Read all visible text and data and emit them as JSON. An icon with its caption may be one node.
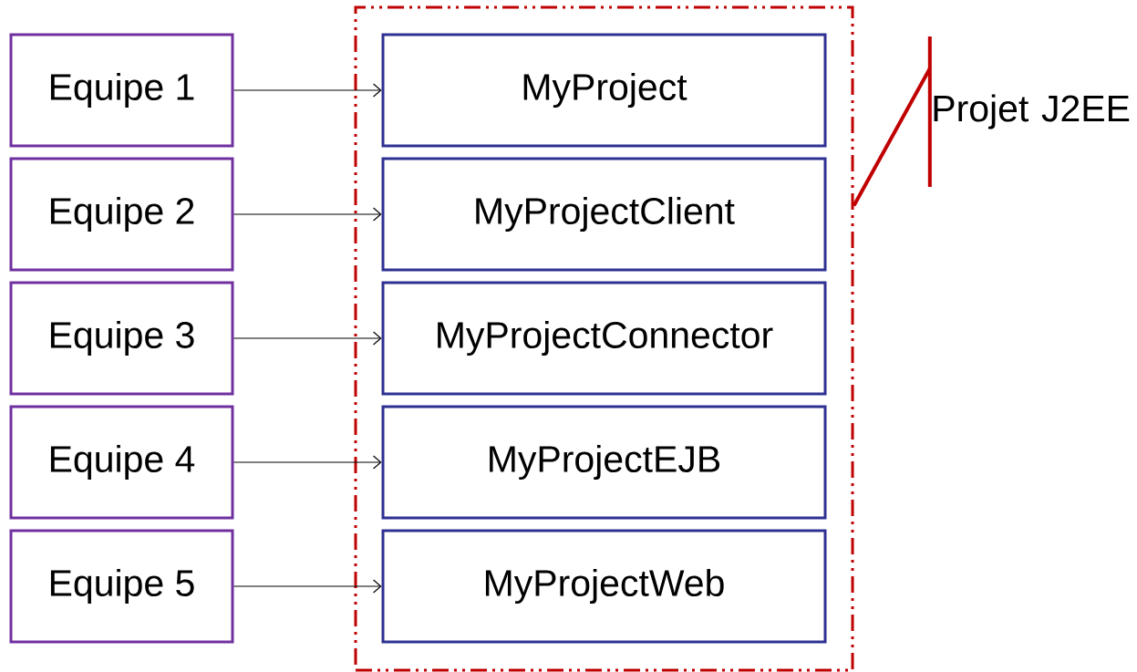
{
  "diagram": {
    "nodes": [
      {
        "text": [
          "Equipe 1"
        ]
      },
      {
        "text": [
          "Equipe 2"
        ]
      },
      {
        "text": [
          "Equipe 3"
        ]
      },
      {
        "text": [
          "Equipe 4"
        ]
      },
      {
        "text": [
          "Equipe 5"
        ]
      },
      {
        "text": [],
        "shape": "box"
      },
      {
        "text": [
          "MyProject"
        ],
        "in": 5
      },
      {
        "text": [
          "MyProjectClient"
        ],
        "in": 5
      },
      {
        "text": [
          "MyProjectConnector"
        ],
        "in": 5
      },
      {
        "text": [
          "MyProjectEJB"
        ],
        "in": 5
      },
      {
        "text": [
          "MyProjectWeb"
        ],
        "in": 5
      },
      {
        "text": [
          "Projet J2EE"
        ]
      }
    ],
    "edges": [
      {
        "from": 0,
        "to": 6,
        "arrow": "to"
      },
      {
        "from": 1,
        "to": 7,
        "arrow": "to"
      },
      {
        "from": 2,
        "to": 8,
        "arrow": "to"
      },
      {
        "from": 3,
        "to": 9,
        "arrow": "to"
      },
      {
        "from": 4,
        "to": 10,
        "arrow": "to"
      },
      {
        "from": 11,
        "to": 5,
        "arrow": "none",
        "style": "thick",
        "color": "#c00000"
      }
    ]
  }
}
